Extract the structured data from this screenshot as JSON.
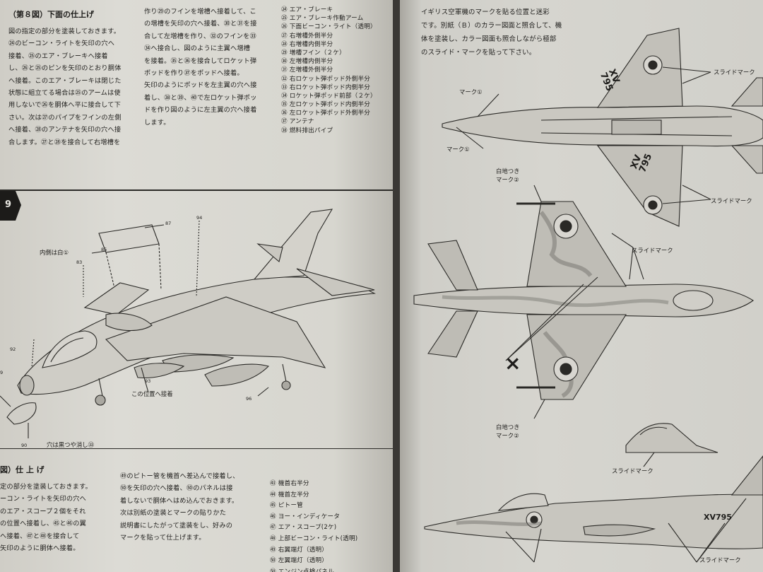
{
  "left_top": {
    "heading": "（第８図）下面の仕上げ",
    "col1": [
      "図の指定の部分を塗装しておきます。",
      "㉔のビーコン・ライトを矢印の穴へ",
      "接着、㉕のエア・ブレーキへ接着",
      "し、㉖と㉕のピンを矢印のとおり胴体",
      "へ接着。このエア・ブレーキは閉じた",
      "状態に組立てる場合は㉕のアームは使",
      "用しないで㉖を胴体へ平に接合して下",
      "さい。次は㉗のパイプをフインの左側",
      "へ接着、㉘のアンテナを矢印の穴へ接",
      "合します。㉗と㉘を接合して右増槽を"
    ],
    "col2": [
      "作り㉙のフインを増槽へ接着して、こ",
      "の増槽を矢印の穴へ接着、㉚と㉛を接",
      "合して左増槽を作り、㉜のフインを㉝",
      "㉞へ接合し、図のように主翼へ増槽",
      "を接着。㉟と㊱を接合してロケット弾",
      "ポッドを作り㊲をポッドへ接着。",
      "矢印のようにポッドを左主翼の穴へ接",
      "着し、㊳と㊴、㊵で左ロケット弾ポッ",
      "ドを作り図のように左主翼の穴へ接着",
      "します。"
    ],
    "parts": [
      "㉔ エア・ブレーキ",
      "㉕ エア・ブレーキ作動アーム",
      "㉖ 下面ビーコン・ライト（透明）",
      "㉗ 右増槽外側半分",
      "㉘ 右増槽内側半分",
      "㉙ 増槽フイン（２ケ）",
      "㉚ 左増槽内側半分",
      "㉛ 左増槽外側半分",
      "㉜ 右ロケット弾ポッド外側半分",
      "㉝ 右ロケット弾ポッド内側半分",
      "㉞ ロケット弾ポッド前部（２ケ）",
      "㉟ 左ロケット弾ポッド内側半分",
      "㊱ 左ロケット弾ポッド外側半分",
      "㊲ アンテナ",
      "㊳ 燃料排出パイプ"
    ]
  },
  "figure9": {
    "step_number": "9",
    "labels": {
      "inside_white": "内側は白①",
      "attach_here": "この位置へ接着",
      "hole_matte_black": "穴は黒つや消し㉝"
    },
    "part_numbers": [
      "87",
      "94",
      "85",
      "83",
      "92",
      "93",
      "96",
      "90",
      "9"
    ]
  },
  "left_bottom": {
    "heading": "図）仕 上 げ",
    "col1": [
      "定の部分を塗装しておきます。",
      "ーコン・ライトを矢印の穴へ",
      "のエア・スコープ２個をそれ",
      "の位置へ接着し、㊺と㊻の翼",
      "へ接着、㊼と㊽を接合して",
      "矢印のように胴体へ接着。"
    ],
    "col2": [
      "㊾のピトー管を機首へ差込んで接着し、",
      "㊿を矢印の穴へ接着、㊿のパネルは接",
      "着しないで胴体へはめ込んでおきます。",
      "次は別紙の塗装とマークの貼りかた",
      "説明書にしたがって塗装をし、好みの",
      "マークを貼って仕上げます。"
    ],
    "parts": [
      "㊸ 機首右半分",
      "㊹ 機首左半分",
      "㊺ ピトー管",
      "㊻ ヨー・インディケータ",
      "㊼ エア・スコープ(2ケ)",
      "㊽ 上部ビーコン・ライト(透明)",
      "㊾ 右翼端灯（透明）",
      "㊿ 左翼端灯（透明）",
      "㊿ エンジン点検パネル"
    ]
  },
  "right_page": {
    "intro": [
      "イギリス空軍機のマークを貼る位置と迷彩",
      "です。別紙（Ｂ）のカラー図面と照合して、機",
      "体を塗装し、カラー図面も照合しながら極部",
      "のスライド・マークを貼って下さい。"
    ],
    "labels": {
      "mark1_a": "マーク①",
      "mark1_b": "マーク①",
      "slide_mark_1": "スライドマーク",
      "slide_mark_2": "スライドマーク",
      "white_bg_mark_top": "白地つき\nマーク②",
      "slide_mark_3": "スライドマーク",
      "white_bg_mark_bottom": "白地つき\nマーク②",
      "slide_mark_4": "スライドマーク",
      "slide_mark_5": "スライドマーク"
    },
    "serials": {
      "top_wing_a": "XV\n795",
      "top_wing_b": "XV\n795",
      "side": "XV795"
    },
    "cross_mark": "×"
  }
}
